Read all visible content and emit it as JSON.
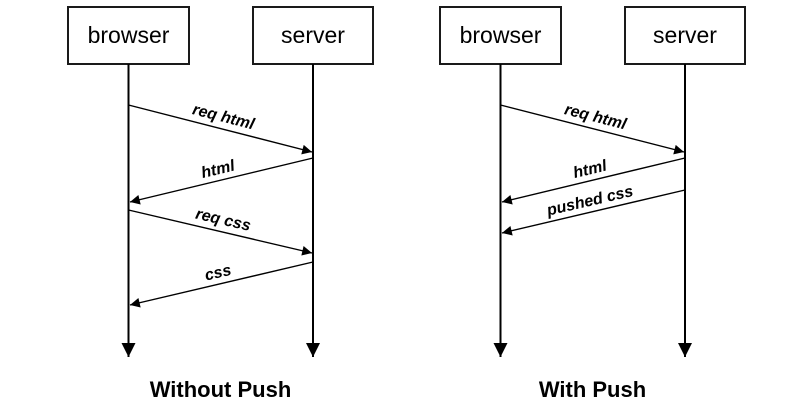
{
  "colors": {
    "line": "#000000",
    "box_border": "#1a1a1a",
    "background": "#ffffff",
    "text": "#000000"
  },
  "panels": [
    {
      "title": "Without Push",
      "actors": [
        {
          "label": "browser"
        },
        {
          "label": "server"
        }
      ],
      "messages": [
        {
          "label": "req html",
          "from": "browser",
          "to": "server"
        },
        {
          "label": "html",
          "from": "server",
          "to": "browser"
        },
        {
          "label": "req css",
          "from": "browser",
          "to": "server"
        },
        {
          "label": "css",
          "from": "server",
          "to": "browser"
        }
      ]
    },
    {
      "title": "With Push",
      "actors": [
        {
          "label": "browser"
        },
        {
          "label": "server"
        }
      ],
      "messages": [
        {
          "label": "req html",
          "from": "browser",
          "to": "server"
        },
        {
          "label": "html",
          "from": "server",
          "to": "browser"
        },
        {
          "label": "pushed css",
          "from": "server",
          "to": "browser"
        }
      ]
    }
  ]
}
